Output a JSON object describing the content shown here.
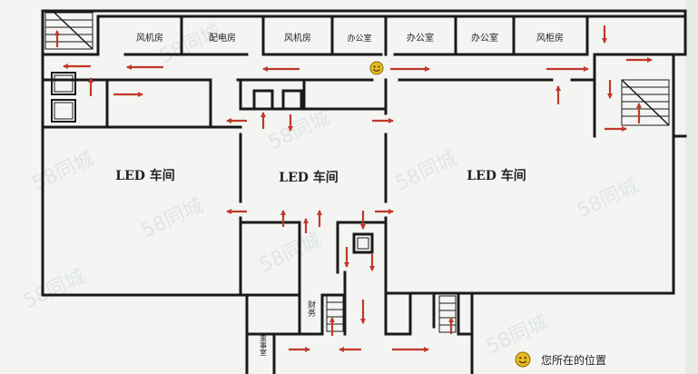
{
  "rooms": {
    "fan_room_1": "风机房",
    "power_room": "配电房",
    "fan_room_2": "风机房",
    "office_1": "办公室",
    "office_2": "办公室",
    "office_3": "办公室",
    "fan_cabinet_room": "风柜房",
    "finance": "财务",
    "chairman": "董事室"
  },
  "workshops": {
    "left": "LED 车间",
    "center": "LED 车间",
    "right": "LED 车间"
  },
  "legend": {
    "you_are_here": "您所在的位置",
    "marker_icon": "smiley-icon"
  },
  "watermark": "58同城",
  "colors": {
    "arrow": "#c0392b",
    "wall": "#1a1a1a",
    "paper": "#f4f5f2",
    "marker": "#e8b923"
  }
}
